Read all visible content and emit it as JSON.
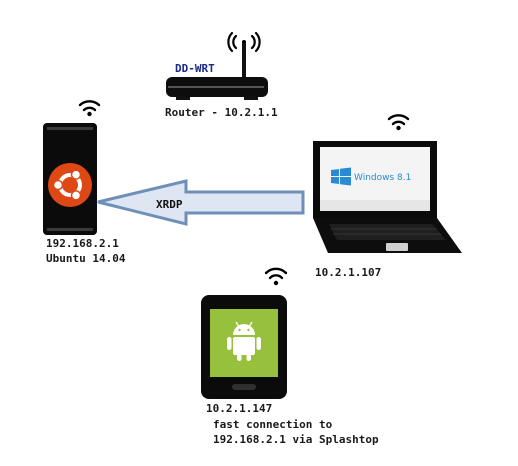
{
  "router": {
    "brand": "DD-WRT",
    "label": "Router - 10.2.1.1"
  },
  "server": {
    "ip": "192.168.2.1",
    "os": "Ubuntu 14.04",
    "logo": "ubuntu-logo"
  },
  "laptop": {
    "ip": "10.2.1.107",
    "screen_text": "Windows 8.1"
  },
  "connection": {
    "protocol": "XRDP"
  },
  "tablet": {
    "ip": "10.2.1.147",
    "note_line1": "fast connection to",
    "note_line2": "192.168.2.1 via Splashtop",
    "logo": "android-logo"
  },
  "colors": {
    "ubuntu_orange": "#dd4814",
    "android_green": "#97c03d",
    "windows_blue": "#2a8ad4",
    "arrow_fill": "#dde6f2",
    "arrow_stroke": "#6e8fb8"
  }
}
